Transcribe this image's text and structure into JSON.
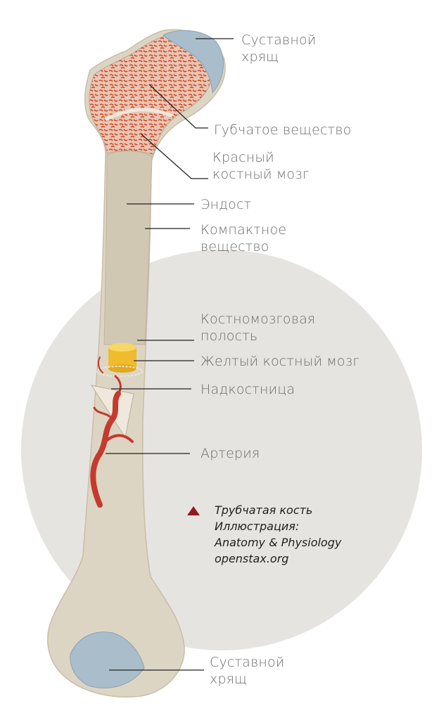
{
  "colors": {
    "bone": "#ddd5c4",
    "bone_shadow": "#c9bfa9",
    "cartilage": "#a9bdcb",
    "spongy": "#d2532f",
    "marrow_yellow": "#f3c233",
    "artery": "#c43a2c",
    "background_circle": "#e6e4e1",
    "leader_line": "#222222",
    "label_text": "#6b6b6b",
    "caption_marker": "#8e1b1b"
  },
  "labels": {
    "articular_cartilage_top": [
      "Суставной",
      "хрящ"
    ],
    "spongy_bone": "Губчатое вещество",
    "red_marrow": [
      "Красный",
      "костный мозг"
    ],
    "endosteum": "Эндост",
    "compact_bone": [
      "Компактное",
      "вещество"
    ],
    "medullary_cavity": [
      "Костномозговая",
      "полость"
    ],
    "yellow_marrow": "Желтый костный мозг",
    "periosteum": "Надкостница",
    "artery": "Артерия",
    "articular_cartilage_bottom": [
      "Суставной",
      "хрящ"
    ]
  },
  "caption": {
    "icon": "triangle-up-icon",
    "lines": [
      "Трубчатая кость",
      "Иллюстрация:",
      "Anatomy & Physiology",
      "openstax.org"
    ]
  }
}
